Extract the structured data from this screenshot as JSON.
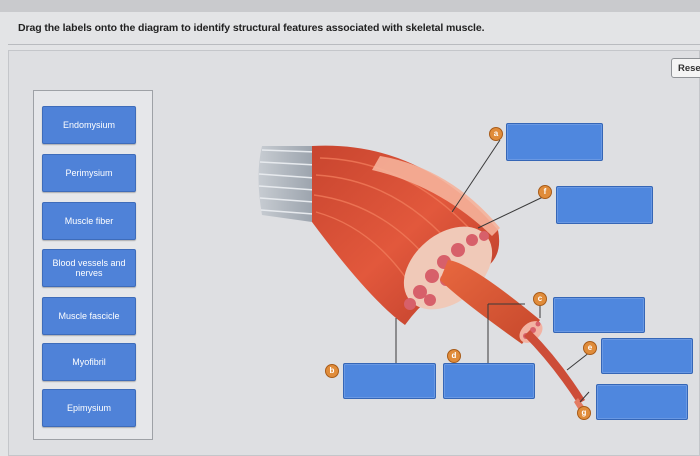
{
  "question": "Drag the labels onto the diagram to identify structural features associated with skeletal muscle.",
  "reset_label": "Rese",
  "labels": [
    "Endomysium",
    "Perimysium",
    "Muscle fiber",
    "Blood vessels and nerves",
    "Muscle fascicle",
    "Myofibril",
    "Epimysium"
  ],
  "markers": [
    "a",
    "f",
    "c",
    "d",
    "b",
    "e",
    "g"
  ],
  "colors": {
    "label_fill": "#4f82d8",
    "drop_fill": "#4f87de",
    "marker_fill": "#e08c3a",
    "muscle_red": "#d9503a"
  }
}
